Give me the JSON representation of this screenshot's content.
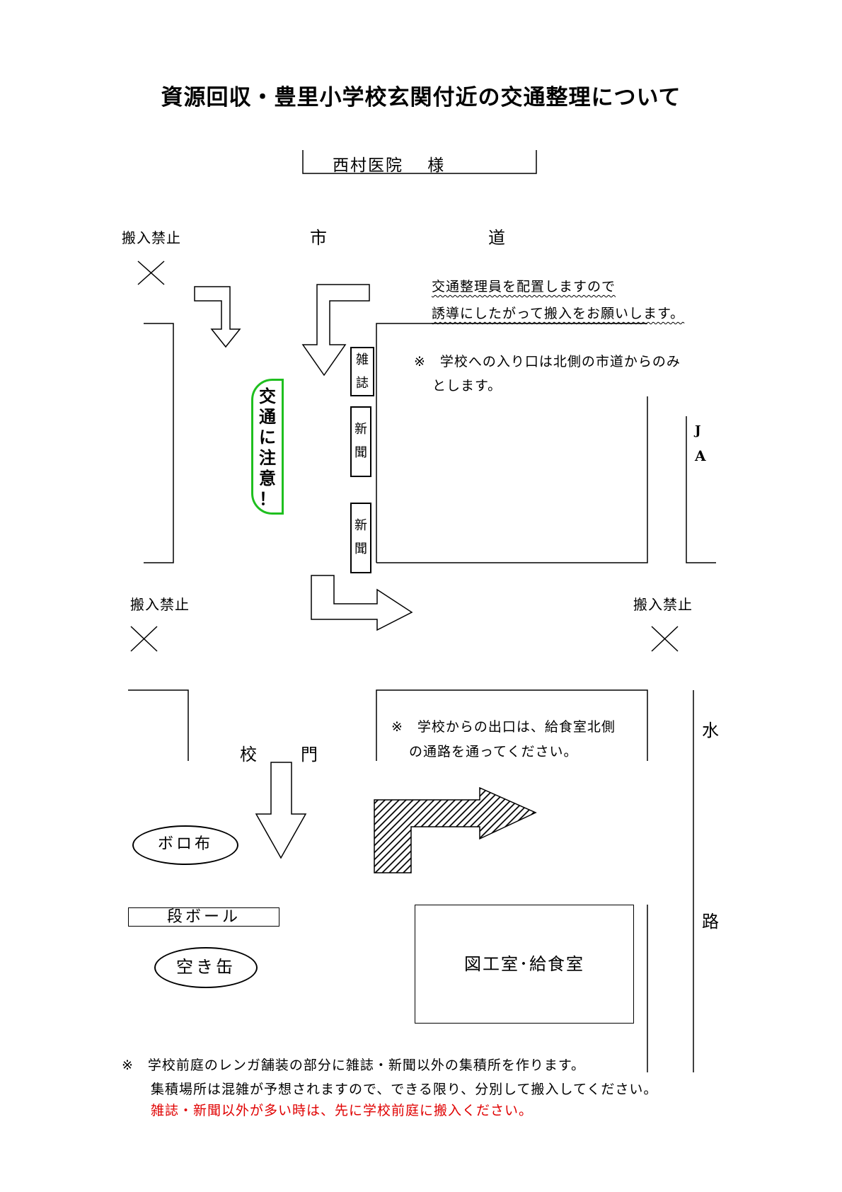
{
  "title": "資源回収・豊里小学校玄関付近の交通整理について",
  "landmarks": {
    "nishimura": "西村医院　 様",
    "city_road_left": "市",
    "city_road_right": "道",
    "ja_j": "J",
    "ja_a": "A",
    "waterway_top": "水",
    "waterway_bottom": "路",
    "school_gate_left": "校",
    "school_gate_right": "門"
  },
  "no_entry": {
    "top_left": "搬入禁止",
    "mid_left": "搬入禁止",
    "mid_right": "搬入禁止"
  },
  "guidance": {
    "line1": "交通整理員を配置しますので",
    "line2": "誘導にしたがって搬入をお願いします。"
  },
  "entrance_note": {
    "line1": "※　学校への入り口は北側の市道からのみ",
    "line2": "とします。"
  },
  "exit_note": {
    "line1": "※　学校からの出口は、給食室北側",
    "line2": "の通路を通ってください。"
  },
  "caution": [
    "交",
    "通",
    "に",
    "注",
    "意",
    "！"
  ],
  "stations": {
    "magazine": [
      "雑",
      "誌"
    ],
    "newspaper1": [
      "新",
      "聞"
    ],
    "newspaper2": [
      "新",
      "聞"
    ]
  },
  "collection": {
    "rags": "ボロ布",
    "cardboard": "段ボール",
    "cans": "空き缶"
  },
  "building": "図工室･給食室",
  "bottom_notes": {
    "line1": "※　学校前庭のレンガ舗装の部分に雑誌・新聞以外の集積所を作ります。",
    "line2": "集積場所は混雑が予想されますので、できる限り、分別して搬入してください。",
    "line3": "雑誌・新聞以外が多い時は、先に学校前庭に搬入ください。",
    "line3_color": "#e00000"
  },
  "colors": {
    "caution_border": "#1fbf1f"
  }
}
